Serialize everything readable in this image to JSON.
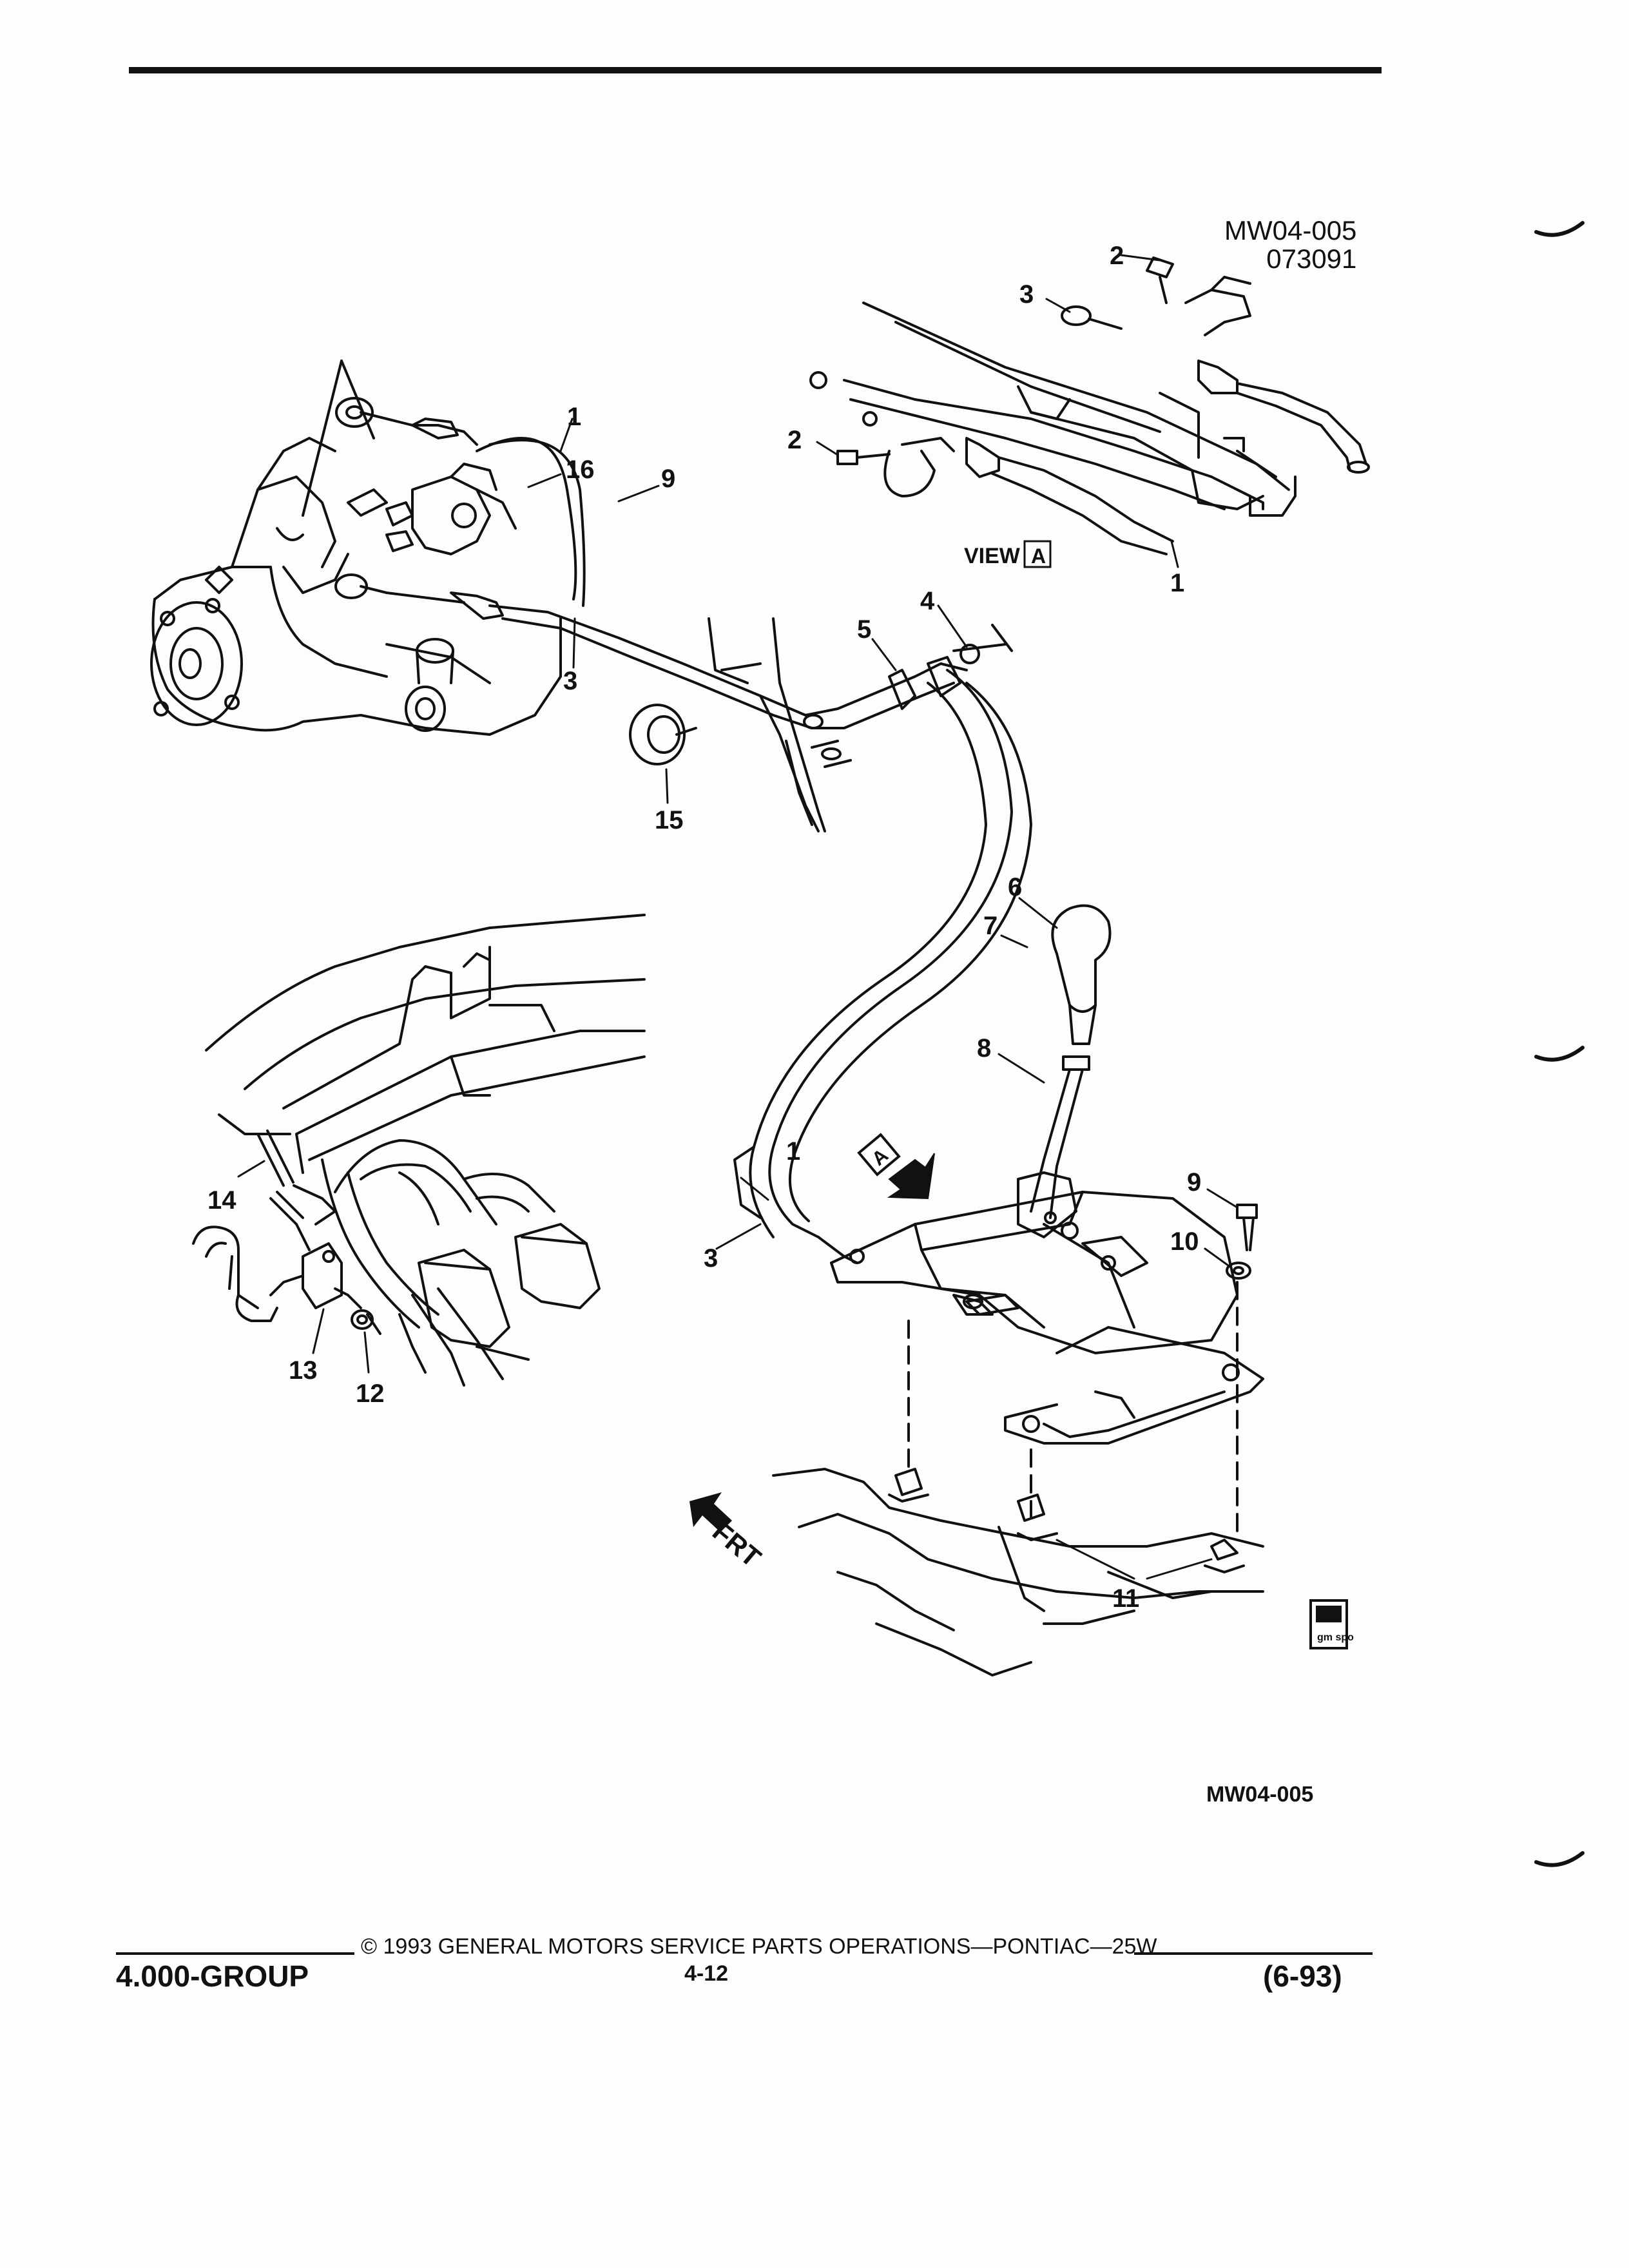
{
  "figure_code": {
    "line1": "MW04-005",
    "line2": "073091"
  },
  "bottom_code": "MW04-005",
  "view_label": {
    "word": "VIEW",
    "letter": "A"
  },
  "view_arrow_letter": "A",
  "front_label": "FRT",
  "callouts": [
    "1",
    "1",
    "1",
    "2",
    "2",
    "3",
    "3",
    "3",
    "4",
    "5",
    "6",
    "7",
    "8",
    "9",
    "9",
    "10",
    "11",
    "12",
    "13",
    "14",
    "15",
    "16"
  ],
  "footer": {
    "group": "4.000-GROUP",
    "copyright": "© 1993 GENERAL MOTORS SERVICE PARTS OPERATIONS—PONTIAC—25W",
    "page": "4-12",
    "date": "(6-93)"
  },
  "logo_text": "gm spo"
}
